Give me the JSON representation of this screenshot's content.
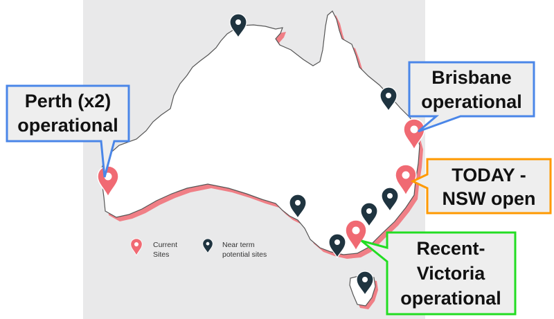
{
  "colors": {
    "panel_background": "#e9e9ea",
    "land": "#ffffff",
    "coast_shadow": "#f07f86",
    "current_site_pin": "#f06a73",
    "potential_site_pin": "#1f3440",
    "callout_blue": "#4a86e8",
    "callout_orange": "#ff9900",
    "callout_green": "#22dd22",
    "callout_fill": "#eeeeee"
  },
  "legend": {
    "current_label_line1": "Current",
    "current_label_line2": "Sites",
    "potential_label_line1": "Near term",
    "potential_label_line2": "potential sites",
    "current_icon": "pink-location-pin-icon",
    "potential_icon": "dark-location-pin-icon"
  },
  "callouts": {
    "perth": {
      "line1": "Perth (x2)",
      "line2": "operational"
    },
    "brisbane": {
      "line1": "Brisbane",
      "line2": "operational"
    },
    "nsw": {
      "line1": "TODAY -",
      "line2": "NSW open"
    },
    "victoria": {
      "line1": "Recent-",
      "line2": "Victoria",
      "line3": "operational"
    }
  },
  "sites": {
    "current_count": 4,
    "potential_count": 7
  }
}
